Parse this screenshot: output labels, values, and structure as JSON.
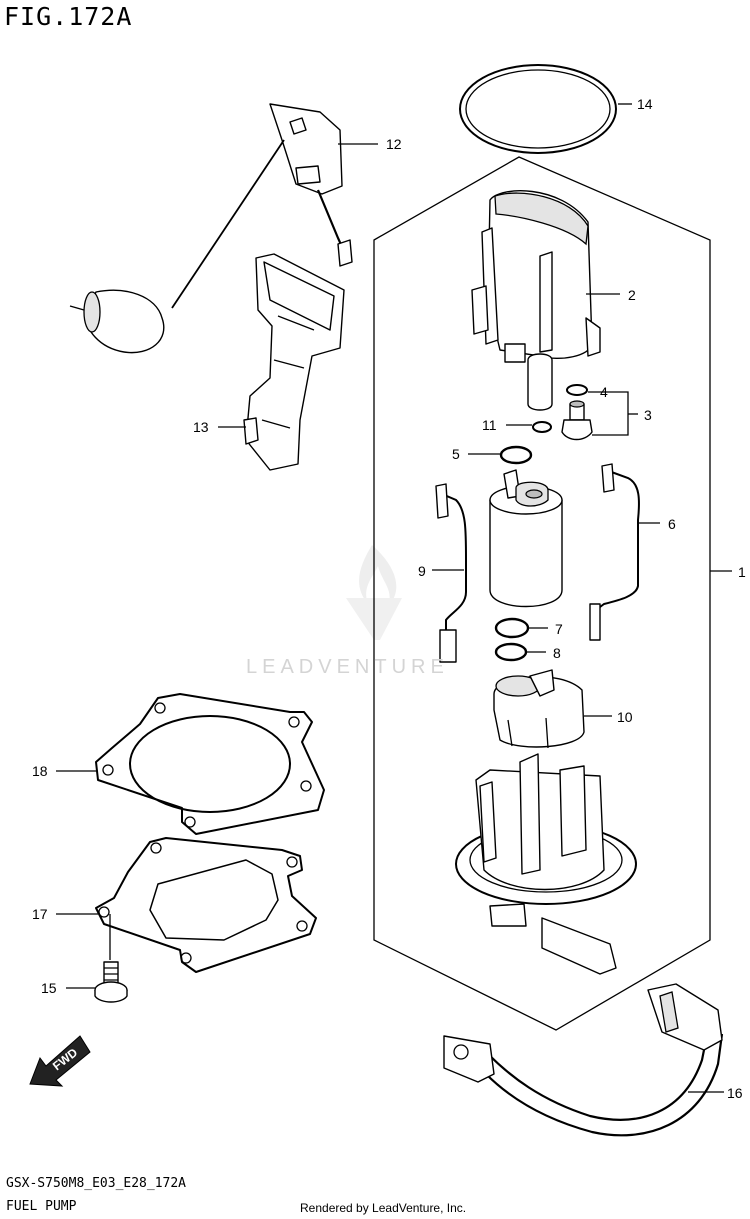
{
  "figure": {
    "title": "FIG.172A",
    "model_code": "GSX-S750M8_E03_E28_172A",
    "section_name": "FUEL PUMP",
    "render_credit": "Rendered by LeadVenture, Inc.",
    "watermark": "LEADVENTURE"
  },
  "direction_marker": {
    "label": "FWD"
  },
  "callouts": [
    {
      "id": "1",
      "label": "1"
    },
    {
      "id": "2",
      "label": "2"
    },
    {
      "id": "3",
      "label": "3"
    },
    {
      "id": "4",
      "label": "4"
    },
    {
      "id": "5",
      "label": "5"
    },
    {
      "id": "6",
      "label": "6"
    },
    {
      "id": "7",
      "label": "7"
    },
    {
      "id": "8",
      "label": "8"
    },
    {
      "id": "9",
      "label": "9"
    },
    {
      "id": "10",
      "label": "10"
    },
    {
      "id": "11",
      "label": "11"
    },
    {
      "id": "12",
      "label": "12"
    },
    {
      "id": "13",
      "label": "13"
    },
    {
      "id": "14",
      "label": "14"
    },
    {
      "id": "15",
      "label": "15"
    },
    {
      "id": "16",
      "label": "16"
    },
    {
      "id": "17",
      "label": "17"
    },
    {
      "id": "18",
      "label": "18"
    }
  ]
}
